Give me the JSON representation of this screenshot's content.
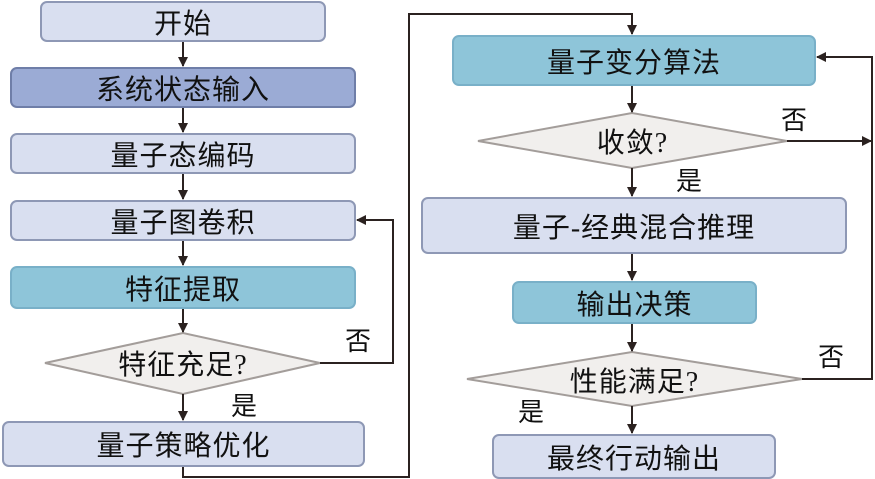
{
  "diagram": {
    "type": "flowchart",
    "nodes": [
      {
        "id": "start",
        "label": "开始",
        "shape": "rounded-rect",
        "style": "light"
      },
      {
        "id": "input",
        "label": "系统状态输入",
        "shape": "rounded-rect",
        "style": "dark"
      },
      {
        "id": "encode",
        "label": "量子态编码",
        "shape": "rounded-rect",
        "style": "light"
      },
      {
        "id": "gconv",
        "label": "量子图卷积",
        "shape": "rounded-rect",
        "style": "light"
      },
      {
        "id": "feature",
        "label": "特征提取",
        "shape": "rounded-rect",
        "style": "teal"
      },
      {
        "id": "feat_ok",
        "label": "特征充足?",
        "shape": "diamond",
        "style": "decision"
      },
      {
        "id": "policy",
        "label": "量子策略优化",
        "shape": "rounded-rect",
        "style": "light"
      },
      {
        "id": "vqa",
        "label": "量子变分算法",
        "shape": "rounded-rect",
        "style": "teal"
      },
      {
        "id": "converge",
        "label": "收敛?",
        "shape": "diamond",
        "style": "decision"
      },
      {
        "id": "hybrid",
        "label": "量子-经典混合推理",
        "shape": "rounded-rect",
        "style": "light"
      },
      {
        "id": "decide",
        "label": "输出决策",
        "shape": "rounded-rect",
        "style": "teal"
      },
      {
        "id": "perf_ok",
        "label": "性能满足?",
        "shape": "diamond",
        "style": "decision"
      },
      {
        "id": "final",
        "label": "最终行动输出",
        "shape": "rounded-rect",
        "style": "light"
      }
    ],
    "edges": [
      {
        "from": "start",
        "to": "input",
        "label": ""
      },
      {
        "from": "input",
        "to": "encode",
        "label": ""
      },
      {
        "from": "encode",
        "to": "gconv",
        "label": ""
      },
      {
        "from": "gconv",
        "to": "feature",
        "label": ""
      },
      {
        "from": "feature",
        "to": "feat_ok",
        "label": ""
      },
      {
        "from": "feat_ok",
        "to": "policy",
        "label": "是"
      },
      {
        "from": "feat_ok",
        "to": "gconv",
        "label": "否"
      },
      {
        "from": "policy",
        "to": "vqa",
        "label": ""
      },
      {
        "from": "vqa",
        "to": "converge",
        "label": ""
      },
      {
        "from": "converge",
        "to": "hybrid",
        "label": "是"
      },
      {
        "from": "converge",
        "to": "vqa",
        "label": "否"
      },
      {
        "from": "hybrid",
        "to": "decide",
        "label": ""
      },
      {
        "from": "decide",
        "to": "perf_ok",
        "label": ""
      },
      {
        "from": "perf_ok",
        "to": "final",
        "label": "是"
      },
      {
        "from": "perf_ok",
        "to": "vqa",
        "label": "否"
      }
    ],
    "edge_labels": {
      "feat_no": "否",
      "feat_yes": "是",
      "conv_no": "否",
      "conv_yes": "是",
      "perf_no": "否",
      "perf_yes": "是"
    }
  },
  "colors": {
    "light_fill": "#d9dff0",
    "dark_fill": "#9babd5",
    "teal_fill": "#8ec5d9",
    "decision_fill": "#f1efed",
    "decision_border": "#a39d9a",
    "box_border": "#8e98b5",
    "line": "#2b2220"
  }
}
